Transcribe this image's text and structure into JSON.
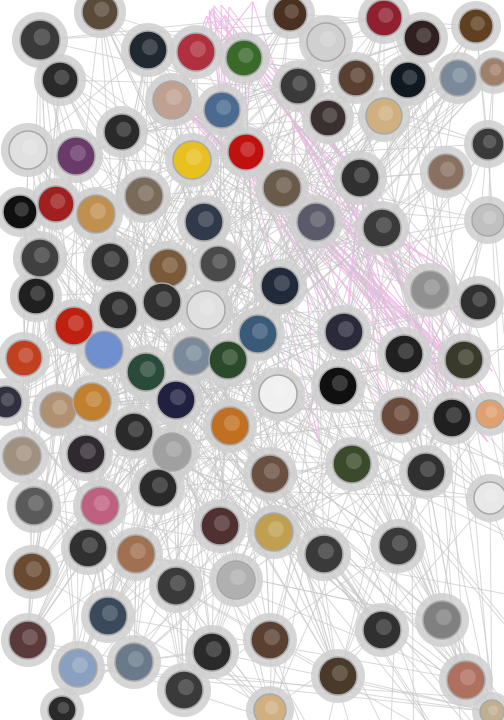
{
  "graph": {
    "background": "#ffffff",
    "edge_color": "#c8c8c8",
    "highlight_edge_color": "#f0b8e8",
    "halo_color": "#cfcfcf",
    "node_border_color": "#a8a8a8",
    "selected_node_fill": "#6f8fcf",
    "nodes": [
      {
        "id": "n1",
        "fill": "#3a3a3a"
      },
      {
        "id": "n2",
        "fill": "#5a4a3a"
      },
      {
        "id": "n3",
        "fill": "#202830"
      },
      {
        "id": "n4",
        "fill": "#b03040"
      },
      {
        "id": "n5",
        "fill": "#3a6a2a"
      },
      {
        "id": "n6",
        "fill": "#4a3020"
      },
      {
        "id": "n7",
        "fill": "#d0d0d0"
      },
      {
        "id": "n8",
        "fill": "#902030"
      },
      {
        "id": "n9",
        "fill": "#302020"
      },
      {
        "id": "n10",
        "fill": "#604020"
      },
      {
        "id": "n11",
        "fill": "#2a2a2a"
      },
      {
        "id": "n12",
        "fill": "#c0a090"
      },
      {
        "id": "n13",
        "fill": "#4a6a90"
      },
      {
        "id": "n14",
        "fill": "#3a3a3a"
      },
      {
        "id": "n15",
        "fill": "#5a4030"
      },
      {
        "id": "n16",
        "fill": "#101820"
      },
      {
        "id": "n17",
        "fill": "#7a8a9a"
      },
      {
        "id": "n18",
        "fill": "#a0806a"
      },
      {
        "id": "n19",
        "fill": "#3a3030"
      },
      {
        "id": "n20",
        "fill": "#d0b080"
      },
      {
        "id": "n21",
        "fill": "#e0e0e0"
      },
      {
        "id": "n22",
        "fill": "#6a3a6a"
      },
      {
        "id": "n23",
        "fill": "#2a2a2a"
      },
      {
        "id": "n24",
        "fill": "#e8c020"
      },
      {
        "id": "n25",
        "fill": "#c01010"
      },
      {
        "id": "n26",
        "fill": "#6a5a4a"
      },
      {
        "id": "n27",
        "fill": "#303030"
      },
      {
        "id": "n28",
        "fill": "#8a7060"
      },
      {
        "id": "n29",
        "fill": "#3a3a3a"
      },
      {
        "id": "n30",
        "fill": "#101010"
      },
      {
        "id": "n31",
        "fill": "#a02020"
      },
      {
        "id": "n32",
        "fill": "#c09050"
      },
      {
        "id": "n33",
        "fill": "#7a6a5a"
      },
      {
        "id": "n34",
        "fill": "#303a4a"
      },
      {
        "id": "n35",
        "fill": "#5a5a6a"
      },
      {
        "id": "n36",
        "fill": "#3a3a3a"
      },
      {
        "id": "n37",
        "fill": "#c0c0c0"
      },
      {
        "id": "n38",
        "fill": "#404040"
      },
      {
        "id": "n39",
        "fill": "#303030"
      },
      {
        "id": "n40",
        "fill": "#7a5a3a"
      },
      {
        "id": "n41",
        "fill": "#4a4a4a"
      },
      {
        "id": "n42",
        "fill": "#202a3a"
      },
      {
        "id": "n43",
        "fill": "#909090"
      },
      {
        "id": "n44",
        "fill": "#303030"
      },
      {
        "id": "n45",
        "fill": "#202020"
      },
      {
        "id": "n46",
        "fill": "#c02010"
      },
      {
        "id": "n47",
        "fill": "#2a2a2a"
      },
      {
        "id": "n48",
        "fill": "#303030"
      },
      {
        "id": "n49",
        "fill": "#e0e0e0"
      },
      {
        "id": "n50",
        "fill": "#3a5a7a"
      },
      {
        "id": "n51",
        "fill": "#2a2a3a"
      },
      {
        "id": "n52",
        "fill": "#202020"
      },
      {
        "id": "n53",
        "fill": "#3a3a2a"
      },
      {
        "id": "n54",
        "fill": "#c04020"
      },
      {
        "id": "n55",
        "fill": "#6f8fcf"
      },
      {
        "id": "n56",
        "fill": "#2a4a3a"
      },
      {
        "id": "n57",
        "fill": "#7a8a9a"
      },
      {
        "id": "n58",
        "fill": "#2a4a2a"
      },
      {
        "id": "n59",
        "fill": "#f0f0f0"
      },
      {
        "id": "n60",
        "fill": "#101010"
      },
      {
        "id": "n61",
        "fill": "#6a4a3a"
      },
      {
        "id": "n62",
        "fill": "#202020"
      },
      {
        "id": "n63",
        "fill": "#e0a070"
      },
      {
        "id": "n64",
        "fill": "#303040"
      },
      {
        "id": "n65",
        "fill": "#b09070"
      },
      {
        "id": "n66",
        "fill": "#c08030"
      },
      {
        "id": "n67",
        "fill": "#2a2a2a"
      },
      {
        "id": "n68",
        "fill": "#202040"
      },
      {
        "id": "n69",
        "fill": "#c07020"
      },
      {
        "id": "n70",
        "fill": "#3a4a2a"
      },
      {
        "id": "n71",
        "fill": "#a09080"
      },
      {
        "id": "n72",
        "fill": "#302a30"
      },
      {
        "id": "n73",
        "fill": "#a0a0a0"
      },
      {
        "id": "n74",
        "fill": "#6a5040"
      },
      {
        "id": "n75",
        "fill": "#303030"
      },
      {
        "id": "n76",
        "fill": "#e8e8e8"
      },
      {
        "id": "n77",
        "fill": "#5a5a5a"
      },
      {
        "id": "n78",
        "fill": "#c06080"
      },
      {
        "id": "n79",
        "fill": "#2a2a2a"
      },
      {
        "id": "n80",
        "fill": "#503030"
      },
      {
        "id": "n81",
        "fill": "#c0a050"
      },
      {
        "id": "n82",
        "fill": "#3a3a3a"
      },
      {
        "id": "n83",
        "fill": "#3a3a3a"
      },
      {
        "id": "n84",
        "fill": "#6a4a30"
      },
      {
        "id": "n85",
        "fill": "#303030"
      },
      {
        "id": "n86",
        "fill": "#a07050"
      },
      {
        "id": "n87",
        "fill": "#3a3a3a"
      },
      {
        "id": "n88",
        "fill": "#b0b0b0"
      },
      {
        "id": "n89",
        "fill": "#3a4a5a"
      },
      {
        "id": "n90",
        "fill": "#2a2a2a"
      },
      {
        "id": "n91",
        "fill": "#5a4030"
      },
      {
        "id": "n92",
        "fill": "#303030"
      },
      {
        "id": "n93",
        "fill": "#808080"
      },
      {
        "id": "n94",
        "fill": "#5a3a3a"
      },
      {
        "id": "n95",
        "fill": "#8aa0c0"
      },
      {
        "id": "n96",
        "fill": "#6a7a8a"
      },
      {
        "id": "n97",
        "fill": "#3a3a3a"
      },
      {
        "id": "n98",
        "fill": "#4a3a2a"
      },
      {
        "id": "n99",
        "fill": "#b07060"
      },
      {
        "id": "n100",
        "fill": "#2a2a2a"
      },
      {
        "id": "n101",
        "fill": "#d0b080"
      },
      {
        "id": "n102",
        "fill": "#c0b090"
      },
      {
        "id": "n103",
        "fill": "#c07050"
      },
      {
        "id": "n104",
        "fill": "#6a5a4a"
      },
      {
        "id": "n105",
        "fill": "#2a2a2a"
      },
      {
        "id": "n106",
        "fill": "#6a6a6a"
      },
      {
        "id": "n107",
        "fill": "#e0c060"
      },
      {
        "id": "n108",
        "fill": "#4a2a2a"
      },
      {
        "id": "n109",
        "fill": "#c0c0c0"
      },
      {
        "id": "n110",
        "fill": "#303030"
      },
      {
        "id": "n111",
        "fill": "#3a3a3a"
      },
      {
        "id": "n112",
        "fill": "#5a4a3a"
      }
    ]
  }
}
